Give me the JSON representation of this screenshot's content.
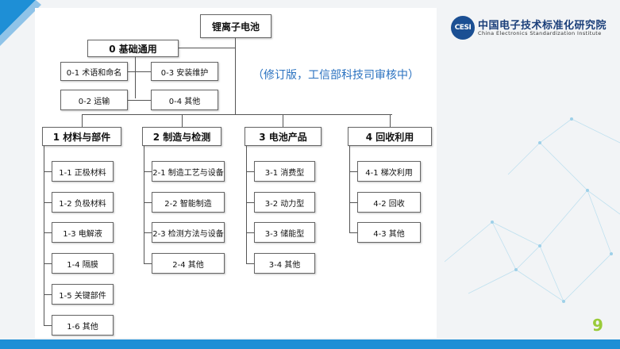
{
  "root": {
    "label": "锂离子电池"
  },
  "note": "（修订版，工信部科技司审核中）",
  "page_number": "9",
  "logo": {
    "mark": "CESI",
    "cn": "中国电子技术标准化研究院",
    "en": "China Electronics Standardization Institute"
  },
  "base": {
    "label": "0 基础通用",
    "items": [
      "0-1 术语和命名",
      "0-2 运输",
      "0-3 安装维护",
      "0-4 其他"
    ]
  },
  "categories": [
    {
      "label": "1 材料与部件",
      "items": [
        "1-1 正极材料",
        "1-2 负极材料",
        "1-3 电解液",
        "1-4 隔膜",
        "1-5 关键部件",
        "1-6 其他"
      ]
    },
    {
      "label": "2 制造与检测",
      "items": [
        "2-1 制造工艺与设备",
        "2-2 智能制造",
        "2-3 检测方法与设备",
        "2-4 其他"
      ]
    },
    {
      "label": "3 电池产品",
      "items": [
        "3-1 消费型",
        "3-2 动力型",
        "3-3 储能型",
        "3-4 其他"
      ]
    },
    {
      "label": "4 回收利用",
      "items": [
        "4-1 梯次利用",
        "4-2 回收",
        "4-3 其他"
      ]
    }
  ],
  "colors": {
    "accent": "#1e8fd6",
    "note": "#2a72c0",
    "page_number": "#9acb3a",
    "logo": "#1b4f93"
  }
}
